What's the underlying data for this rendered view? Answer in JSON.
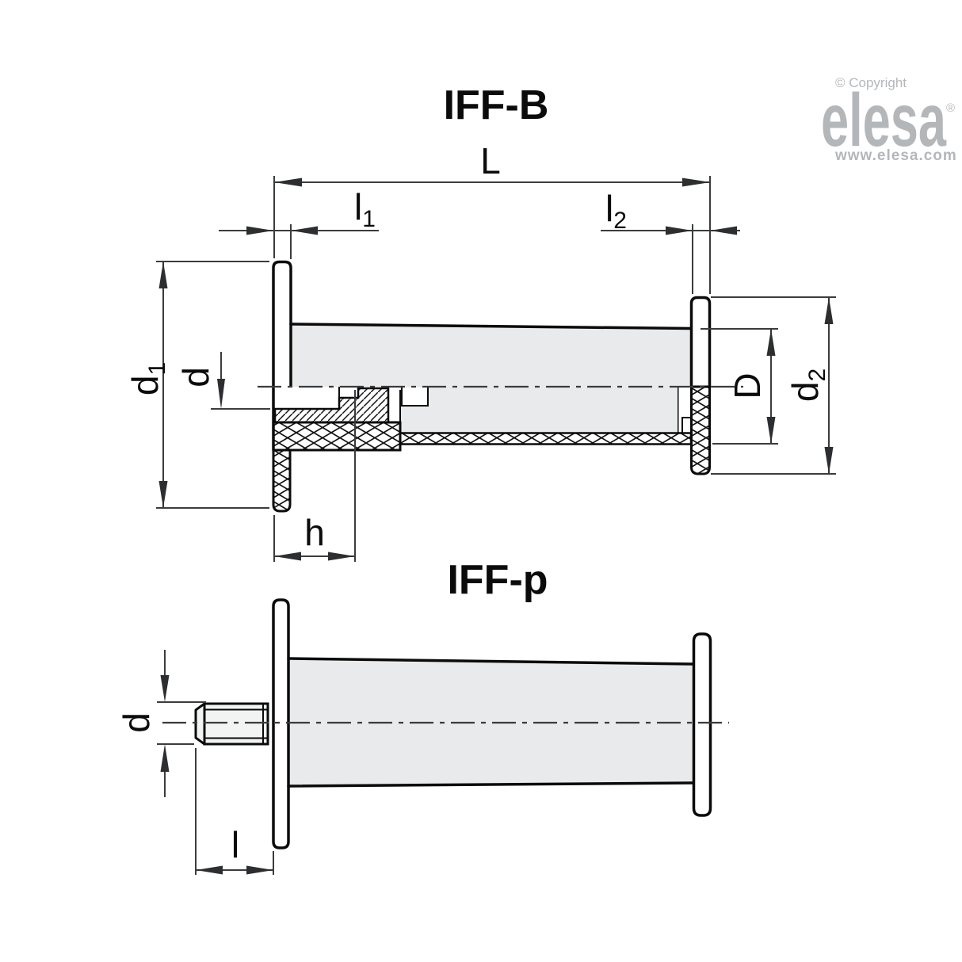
{
  "titles": {
    "top": "IFF-B",
    "bottom": "IFF-p"
  },
  "dimensions": {
    "L": "L",
    "l1": {
      "main": "l",
      "sub": "1"
    },
    "l2": {
      "main": "l",
      "sub": "2"
    },
    "d1": {
      "main": "d",
      "sub": "1"
    },
    "d_bore": "d",
    "D": "D",
    "d2": {
      "main": "d",
      "sub": "2"
    },
    "h": "h",
    "l_stud": "l",
    "d_stud": "d"
  },
  "logo": {
    "copyright": "© Copyright",
    "brand": "elesa",
    "registered": "®",
    "website": "www.elesa.com"
  },
  "colors": {
    "outline": "#0b0b0b",
    "dimension": "#3a3c3e",
    "body_fill": "#e9eaeb",
    "flange_fill": "#ffffff",
    "logo_gray": "#b4b7ba",
    "background": "#ffffff"
  }
}
